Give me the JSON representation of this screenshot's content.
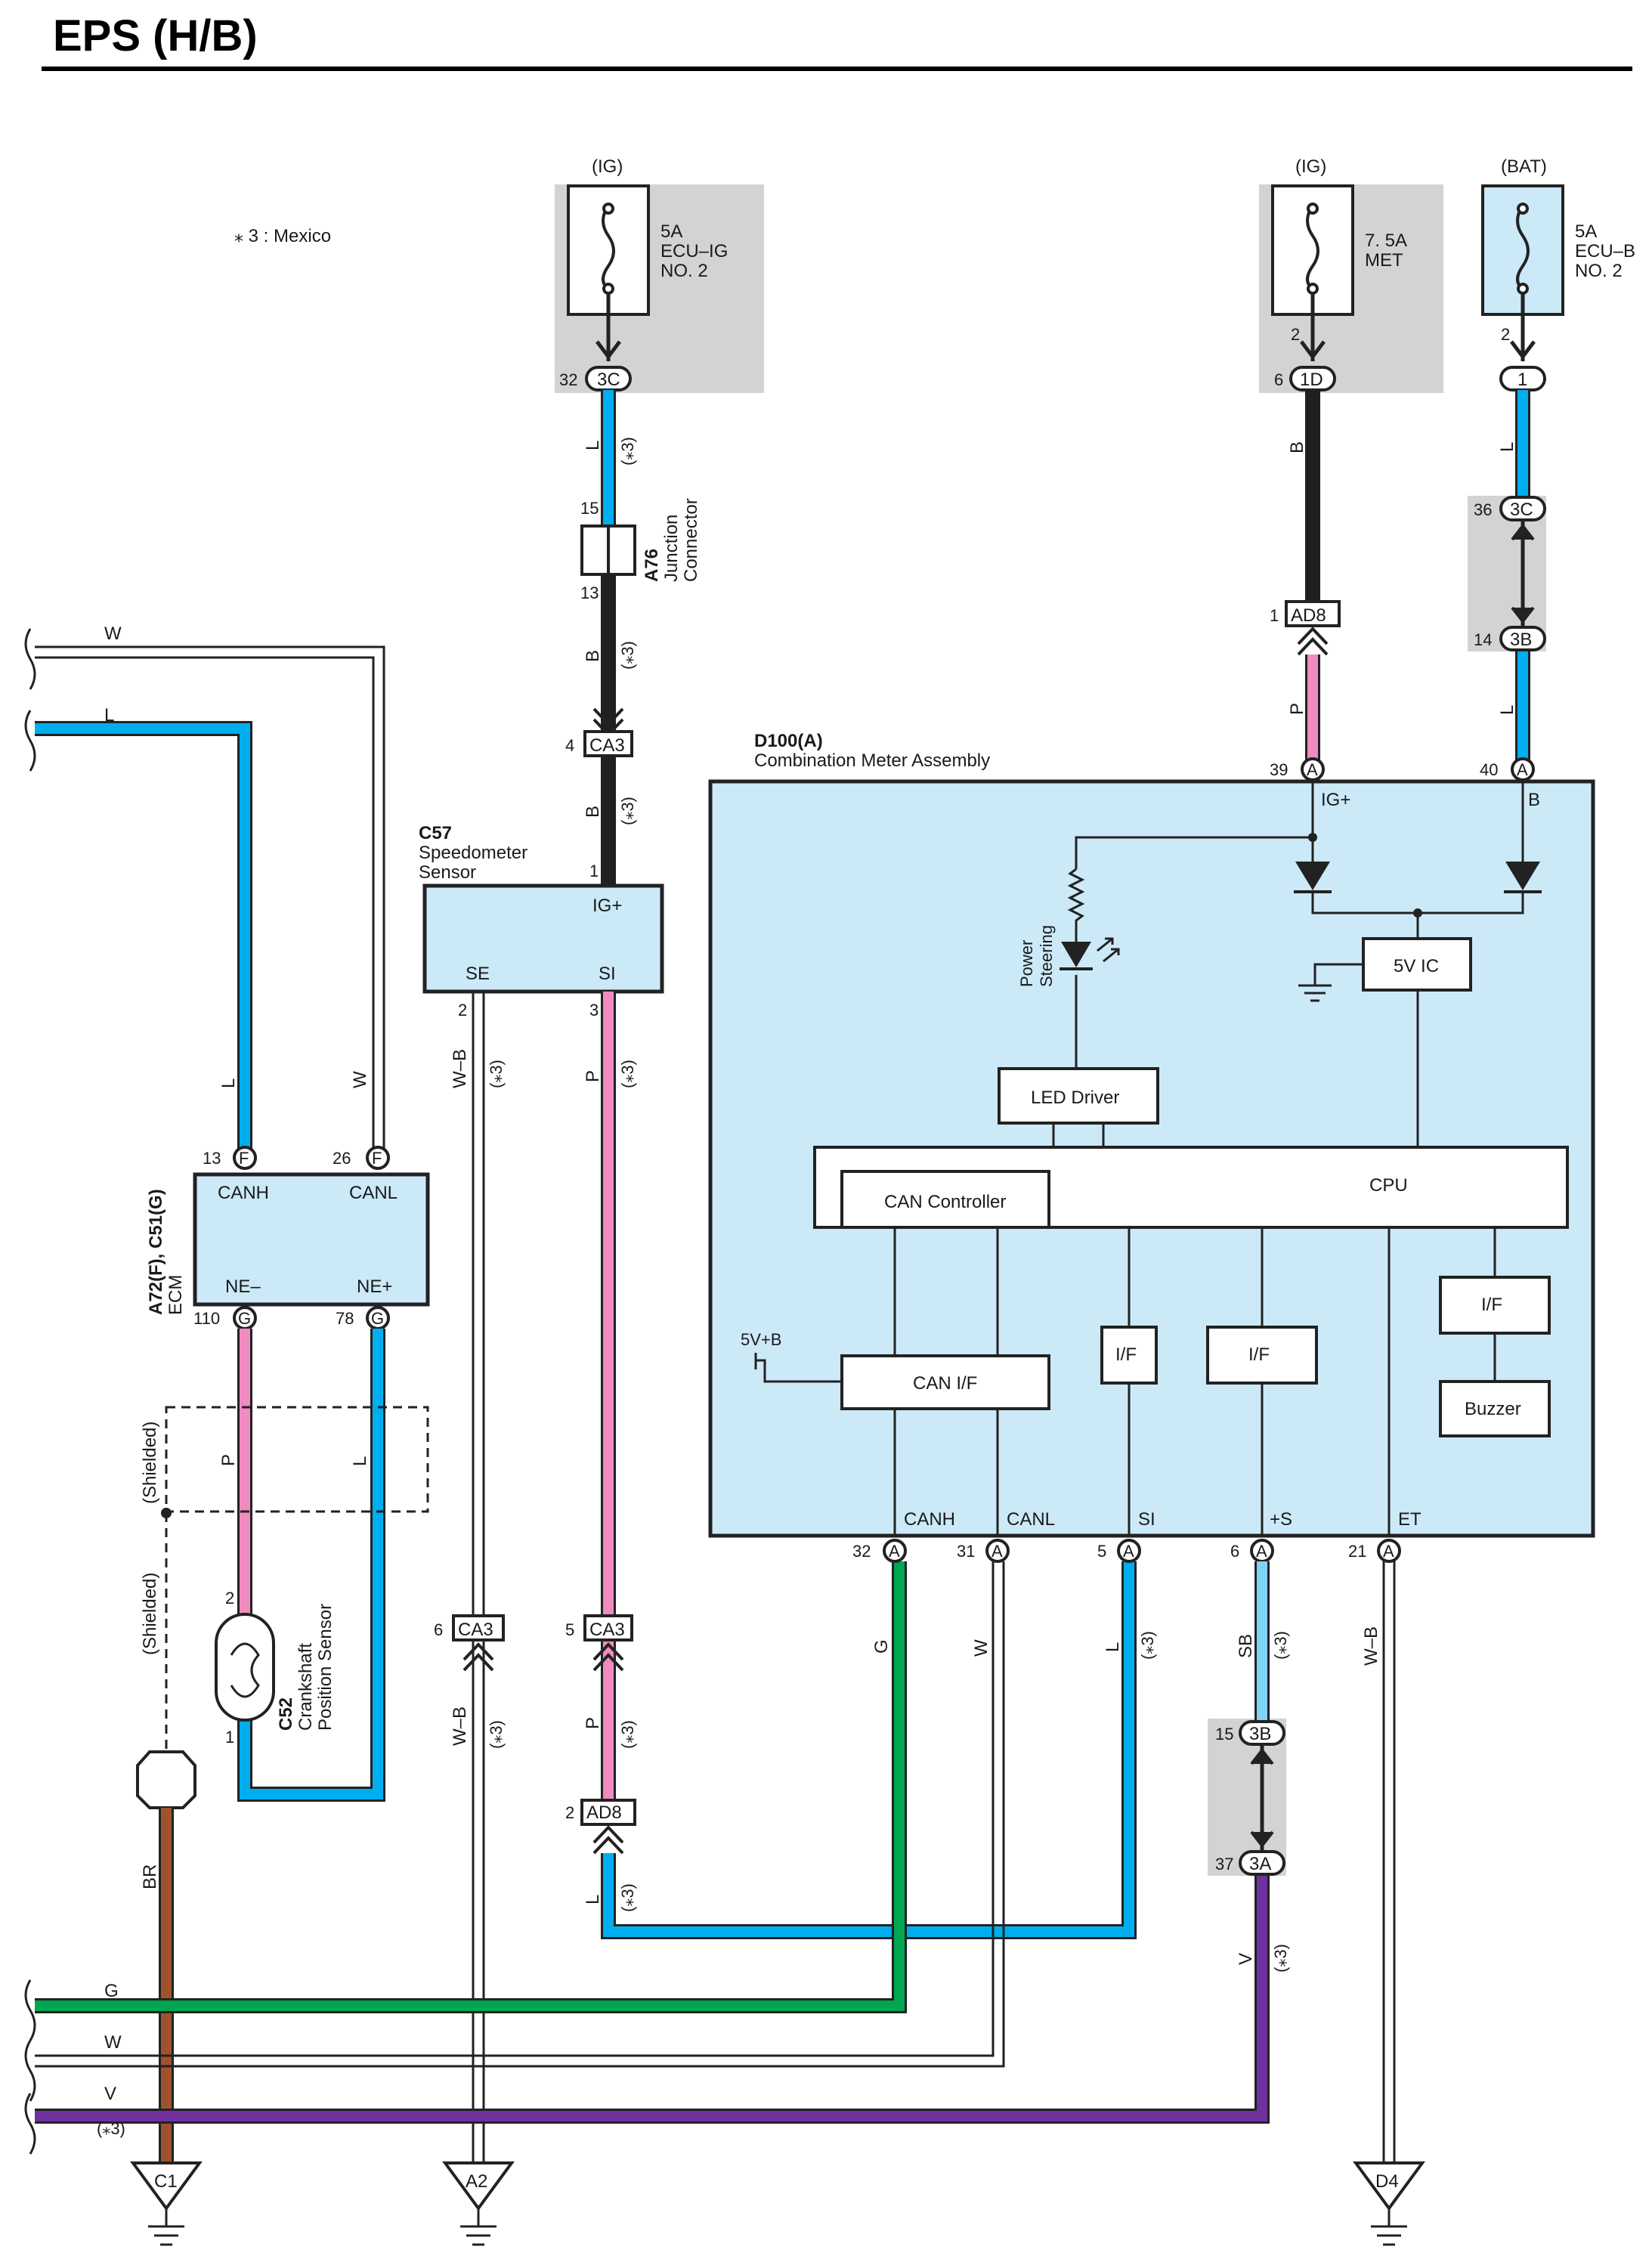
{
  "title": "EPS (H/B)",
  "note": "⁎ 3 : Mexico",
  "colors": {
    "L": "#00aeef",
    "B": "#231f20",
    "P": "#f08bbf",
    "G": "#00a651",
    "W": "#ffffff",
    "V": "#7030a0",
    "SB": "#7fd3f7",
    "BR": "#a0522d",
    "box": "#cce9f8",
    "gray": "#d3d3d3"
  },
  "fuses": [
    {
      "supply": "(IG)",
      "rating": "5A",
      "name1": "ECU–IG",
      "name2": "NO. 2",
      "pin": "32",
      "conn": "3C"
    },
    {
      "supply": "(IG)",
      "rating": "7. 5A",
      "name1": "MET",
      "name2": "",
      "pin_top": "2",
      "pin": "6",
      "conn": "1D"
    },
    {
      "supply": "(BAT)",
      "rating": "5A",
      "name1": "ECU–B",
      "name2": "NO. 2",
      "pin_top": "2",
      "pin": "",
      "conn": "1"
    }
  ],
  "junction": {
    "id": "A76",
    "name1": "Junction",
    "name2": "Connector",
    "pin_in": "15",
    "pin_out": "13"
  },
  "speedo": {
    "id": "C57",
    "name1": "Speedometer",
    "name2": "Sensor",
    "ig": "IG+",
    "se": "SE",
    "si": "SI",
    "pin_ig": "1",
    "pin_se": "2",
    "pin_si": "3"
  },
  "ecm": {
    "id": "A72(F), C51(G)",
    "name": "ECM",
    "canh": "CANH",
    "canl": "CANL",
    "neminus": "NE–",
    "neplus": "NE+",
    "pin_canh": "13",
    "conn_canh": "F",
    "pin_canl": "26",
    "conn_canl": "F",
    "pin_nem": "110",
    "conn_nem": "G",
    "pin_nep": "78",
    "conn_nep": "G"
  },
  "crank": {
    "id": "C52",
    "name1": "Crankshaft",
    "name2": "Position Sensor",
    "pin_top": "2",
    "pin_bot": "1"
  },
  "shielded": "(Shielded)",
  "meter": {
    "id": "D100(A)",
    "name": "Combination Meter Assembly",
    "ig": "IG+",
    "b": "B",
    "power_steering1": "Power",
    "power_steering2": "Steering",
    "led_driver": "LED Driver",
    "cpu": "CPU",
    "can_controller": "CAN Controller",
    "can_if": "CAN I/F",
    "if": "I/F",
    "buzzer": "Buzzer",
    "ic5v": "5V IC",
    "v5b": "5V+B",
    "canh": "CANH",
    "canl": "CANL",
    "si": "SI",
    "s": "+S",
    "et": "ET",
    "pin_ig": "39",
    "pin_b": "40",
    "pin_canh": "32",
    "pin_canl": "31",
    "pin_si": "5",
    "pin_s": "6",
    "pin_et": "21",
    "conn": "A"
  },
  "connectors": {
    "ca3": "CA3",
    "ad8": "AD8",
    "c3c": "3C",
    "c3b": "3B",
    "c3a": "3A",
    "pin_ca3_a": "4",
    "pin_ad8_top": "1",
    "pin_3c_36": "36",
    "pin_3b_14": "14",
    "pin_ca3_6": "6",
    "pin_ca3_5": "5",
    "pin_ad8_2": "2",
    "pin_3b_15": "15",
    "pin_3a_37": "37"
  },
  "wire_labels": {
    "L": "L",
    "B": "B",
    "P": "P",
    "W": "W",
    "G": "G",
    "V": "V",
    "SB": "SB",
    "BR": "BR",
    "WB": "W–B",
    "m3": "(⁎3)"
  },
  "grounds": {
    "c1": "C1",
    "a2": "A2",
    "d4": "D4"
  }
}
